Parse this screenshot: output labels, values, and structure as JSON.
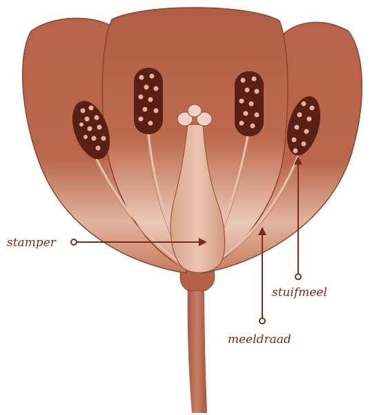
{
  "labels": {
    "stamper": "stamper",
    "stuifmeel": "stuifmeel",
    "meeldraad": "meeldraad"
  },
  "colors": {
    "petal_dark": "#a6573f",
    "petal_mid": "#c06a4c",
    "petal_light": "#e8c0ac",
    "outline": "#7e3b28",
    "anther": "#5a2015",
    "anther_dot": "#e6b49a",
    "pistil": "#deae96",
    "stem": "#b8674c",
    "leader": "#7a2a1c",
    "label_text": "#7a2a1c"
  }
}
